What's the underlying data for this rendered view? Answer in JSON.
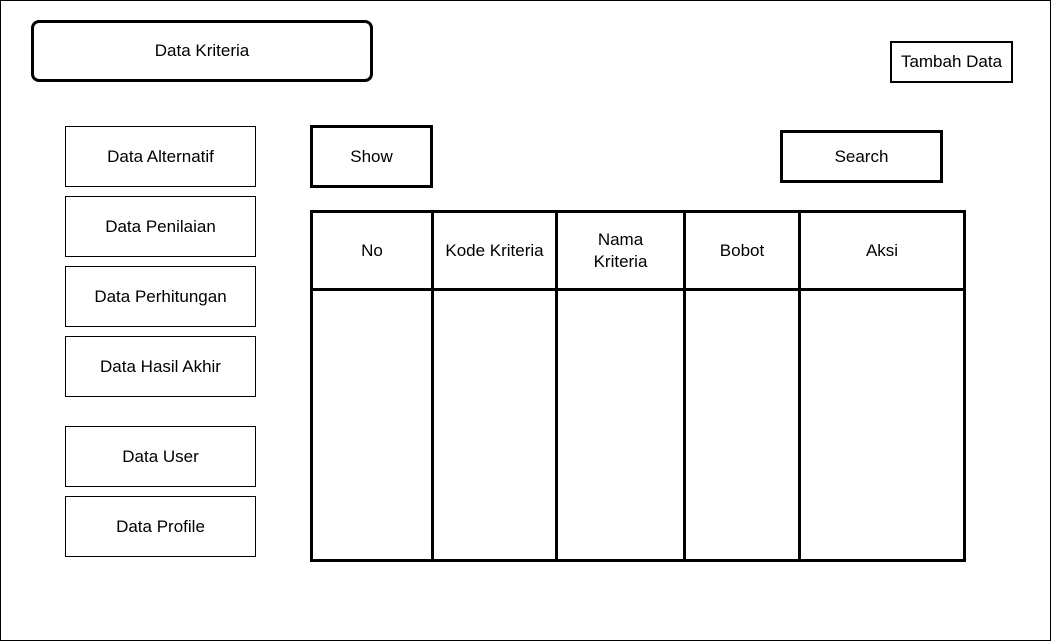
{
  "header": {
    "title": "Data Kriteria",
    "add_button_label": "Tambah Data"
  },
  "sidebar": {
    "items": [
      {
        "label": "Data Alternatif"
      },
      {
        "label": "Data Penilaian"
      },
      {
        "label": "Data Perhitungan"
      },
      {
        "label": "Data Hasil Akhir"
      },
      {
        "label": "Data User"
      },
      {
        "label": "Data Profile"
      }
    ]
  },
  "toolbar": {
    "show_label": "Show",
    "search_label": "Search"
  },
  "table": {
    "columns": [
      {
        "label": "No"
      },
      {
        "label": "Kode Kriteria"
      },
      {
        "label": "Nama Kriteria"
      },
      {
        "label": "Bobot"
      },
      {
        "label": "Aksi"
      }
    ],
    "rows": []
  }
}
